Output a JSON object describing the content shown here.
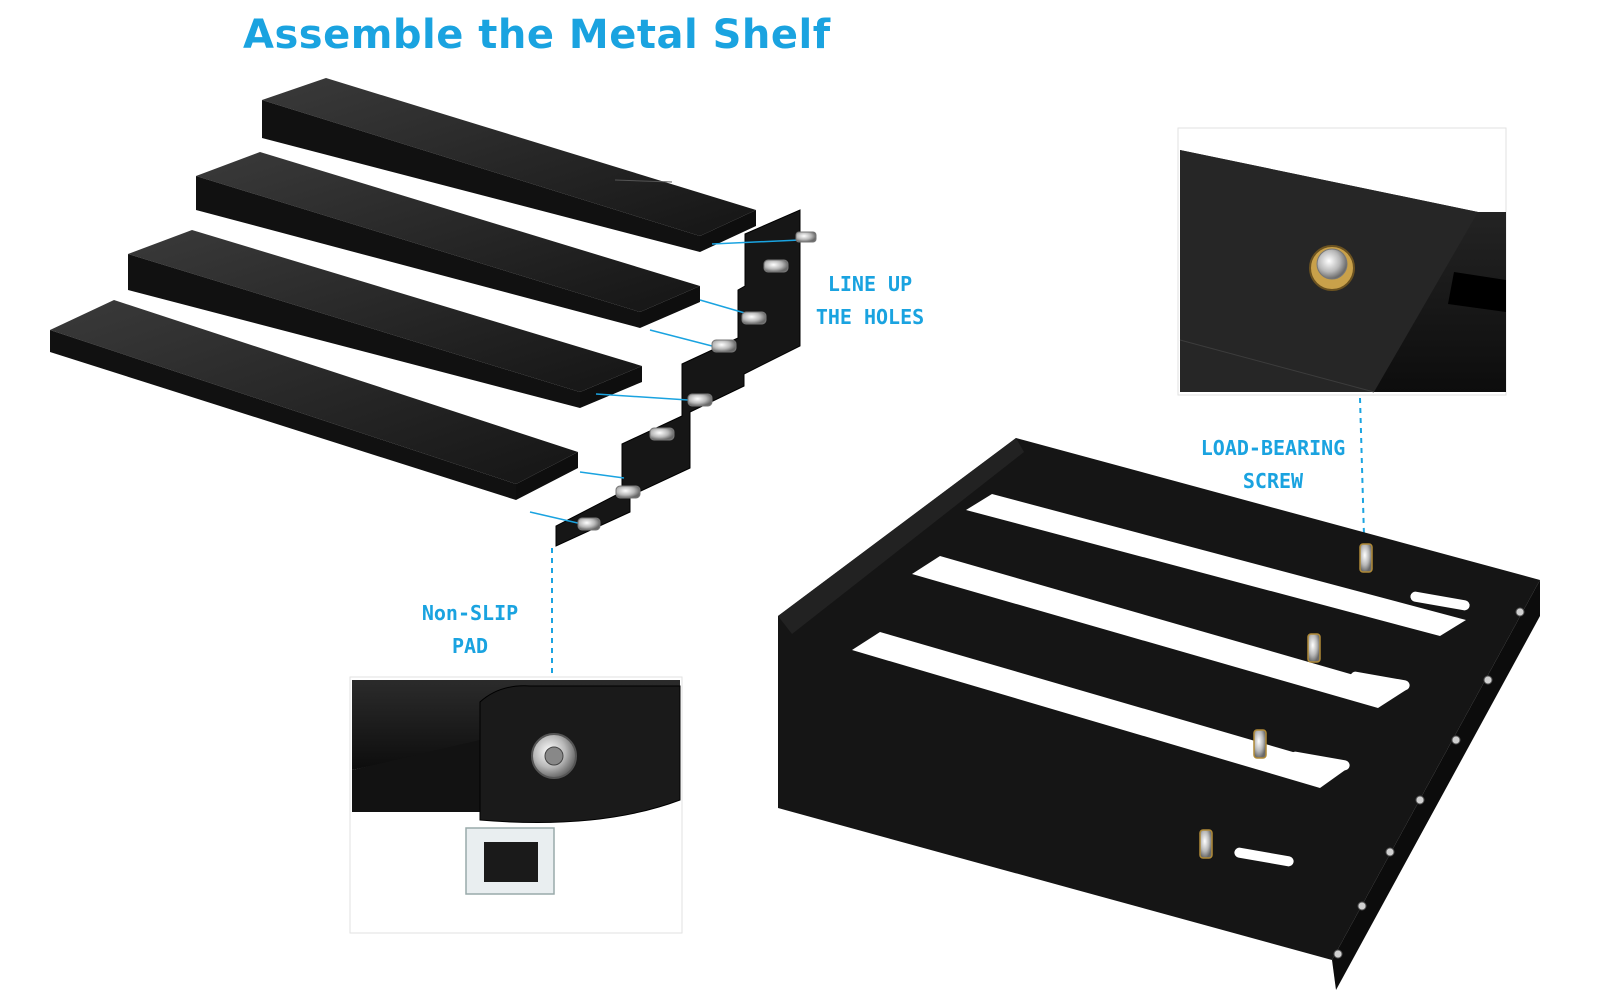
{
  "title": "Assemble the Metal Shelf",
  "callouts": {
    "line_up": [
      "LINE UP",
      "THE HOLES"
    ],
    "non_slip": [
      "Non-SLIP",
      "PAD"
    ],
    "load_bearing": [
      "LOAD-BEARING",
      "SCREW"
    ]
  },
  "colors": {
    "accent": "#1aa3e0",
    "shelf": "#1c1c1c",
    "shelf_top": "#2a2a2a",
    "background": "#ffffff"
  }
}
